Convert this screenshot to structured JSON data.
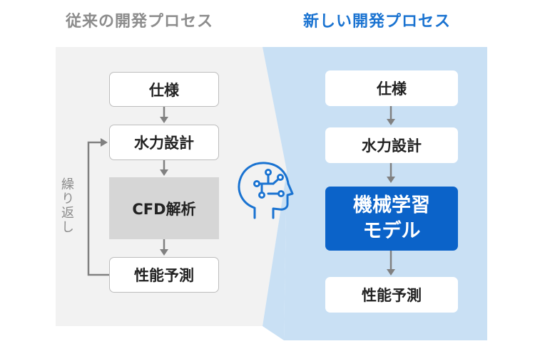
{
  "headings": {
    "old_process": "従来の開発プロセス",
    "new_process": "新しい開発プロセス"
  },
  "old_process": {
    "steps": [
      "仕様",
      "水力設計",
      "CFD解析",
      "性能予測"
    ],
    "loop_label": "繰り返し"
  },
  "new_process": {
    "steps": [
      "仕様",
      "水力設計",
      "機械学習モデル",
      "性能予測"
    ],
    "ml_lines": [
      "機械学習",
      "モデル"
    ]
  },
  "icons": {
    "center": "ai-brain-head-icon"
  },
  "colors": {
    "old_panel": "#f2f2f2",
    "new_panel": "#c9e0f4",
    "accent_blue": "#1a73d1",
    "ml_box": "#0b63c9",
    "cfd_box": "#d6d6d6",
    "arrow": "#808080",
    "heading_gray": "#8c8c8c"
  }
}
